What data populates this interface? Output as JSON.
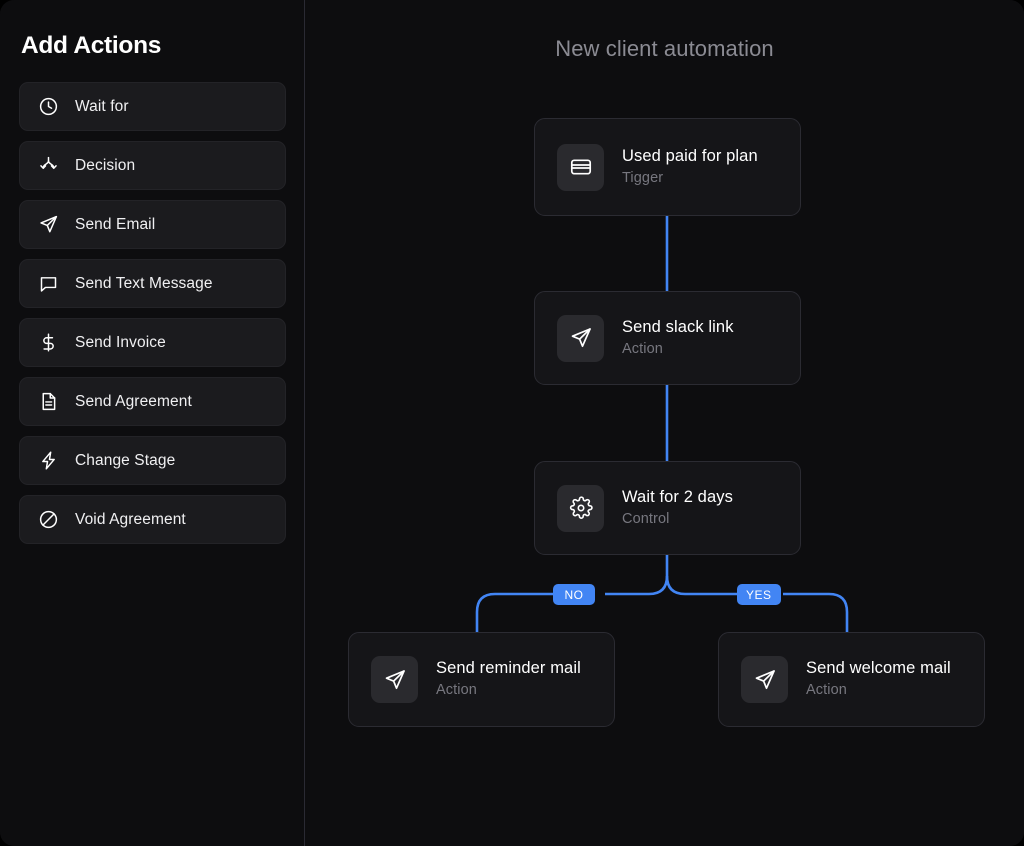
{
  "sidebar": {
    "title": "Add Actions",
    "items": [
      {
        "label": "Wait for",
        "icon": "clock-icon"
      },
      {
        "label": "Decision",
        "icon": "decision-split-icon"
      },
      {
        "label": "Send Email",
        "icon": "paper-plane-icon"
      },
      {
        "label": "Send Text Message",
        "icon": "chat-bubble-icon"
      },
      {
        "label": "Send Invoice",
        "icon": "dollar-sign-icon"
      },
      {
        "label": "Send Agreement",
        "icon": "document-icon"
      },
      {
        "label": "Change Stage",
        "icon": "lightning-bolt-icon"
      },
      {
        "label": "Void Agreement",
        "icon": "prohibition-icon"
      }
    ]
  },
  "canvas": {
    "title": "New client automation",
    "nodes": [
      {
        "title": "Used paid for plan",
        "subtitle": "Tigger",
        "icon": "credit-card-icon"
      },
      {
        "title": "Send slack link",
        "subtitle": "Action",
        "icon": "paper-plane-icon"
      },
      {
        "title": "Wait for 2 days",
        "subtitle": "Control",
        "icon": "gear-icon"
      },
      {
        "title": "Send reminder mail",
        "subtitle": "Action",
        "icon": "paper-plane-icon"
      },
      {
        "title": "Send welcome mail",
        "subtitle": "Action",
        "icon": "paper-plane-icon"
      }
    ],
    "branches": [
      {
        "label": "NO"
      },
      {
        "label": "YES"
      }
    ]
  },
  "colors": {
    "background": "#0d0d0f",
    "sidebar_item": "#1b1b1e",
    "node_card": "#151518",
    "node_border": "#2b2b32",
    "icon_tile": "#2a2a2e",
    "edge_blue": "#4285f4",
    "badge_blue": "#4285f4",
    "text_primary": "#ffffff",
    "text_muted": "#77777f",
    "title_muted": "#8b8b93"
  }
}
